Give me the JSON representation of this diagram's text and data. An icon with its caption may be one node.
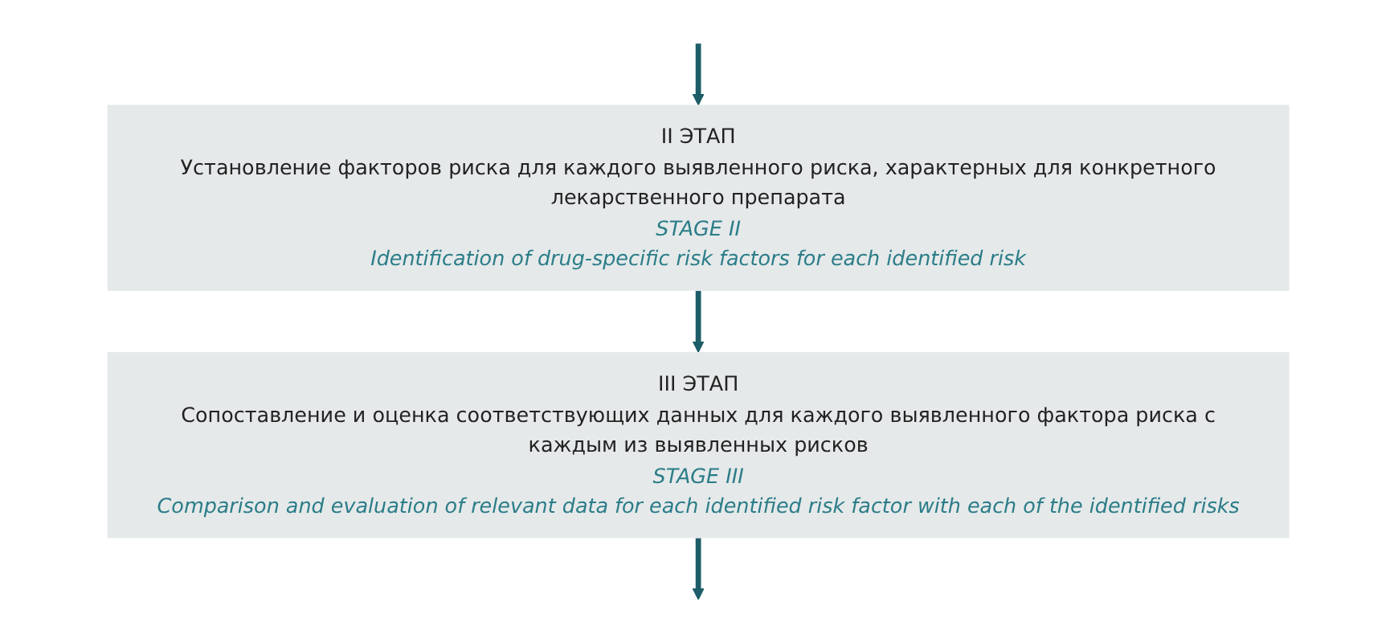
{
  "diagram": {
    "nodes": [
      {
        "text": [
          "II ЭТАП",
          "Установление факторов риска для каждого выявленного риска, характерных для конкретного лекарственного препарата",
          "STAGE II",
          "Identification of drug-specific risk factors for each identified risk"
        ]
      },
      {
        "text": [
          "III ЭТАП",
          "Сопоставление и оценка соответствующих данных для каждого выявленного фактора риска с каждым из выявленных рисков",
          "STAGE III",
          "Comparison and evaluation of relevant data for each identified risk factor with each of the identified risks"
        ]
      }
    ],
    "edges": [
      {
        "from": null,
        "to": 0,
        "arrow": "to"
      },
      {
        "from": 0,
        "to": 1,
        "arrow": "to"
      },
      {
        "from": 1,
        "to": null,
        "arrow": "to"
      }
    ]
  }
}
